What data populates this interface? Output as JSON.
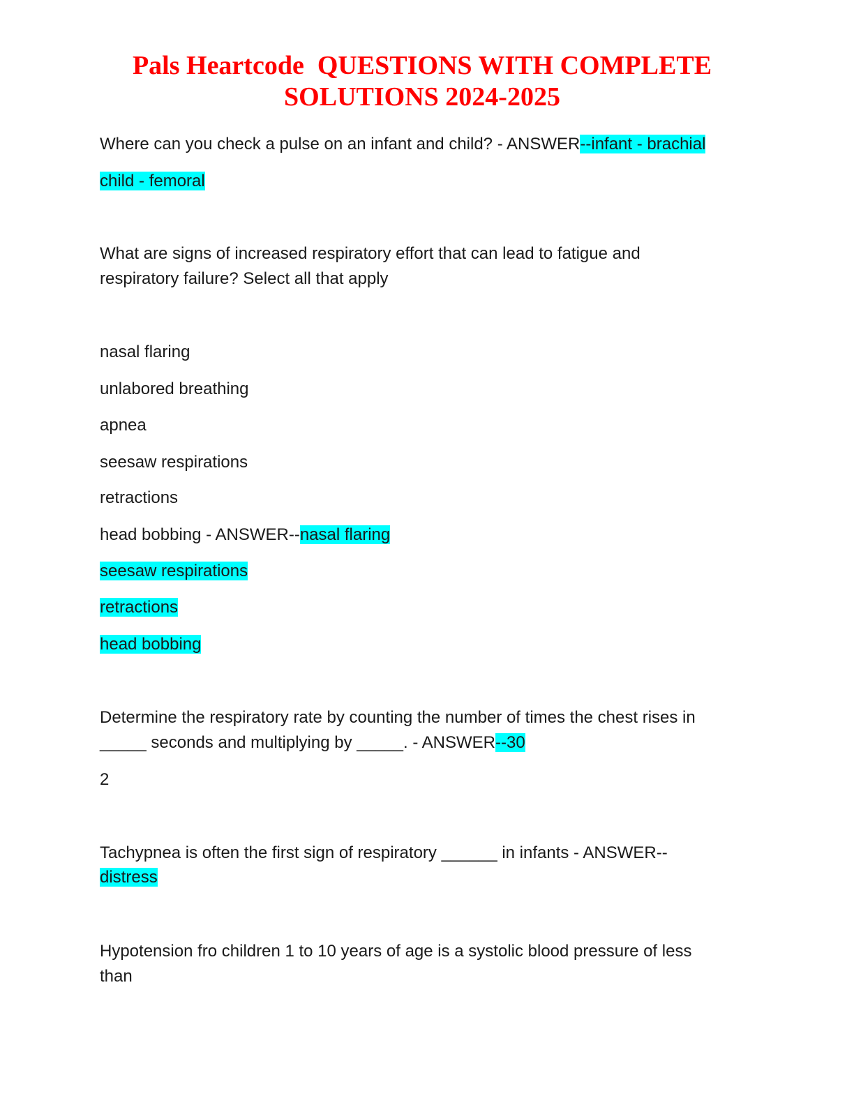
{
  "document": {
    "title_line1": "Pals Heartcode  QUESTIONS WITH COMPLETE",
    "title_line2": "SOLUTIONS 2024-2025",
    "highlight_color": "#00ffff",
    "title_color": "#ff0000"
  },
  "q1": {
    "question": "Where can you check a pulse on an infant and child? - ANSWER",
    "answer_line1": "--infant - brachial",
    "answer_line2": "child - femoral"
  },
  "q2": {
    "question_line1": "What are signs of increased respiratory effort that can lead to fatigue and",
    "question_line2": "respiratory failure? Select all that apply",
    "options": [
      "nasal flaring",
      "unlabored breathing",
      "apnea",
      "seesaw respirations",
      "retractions",
      "head bobbing"
    ],
    "answer_prefix": " - ANSWER--",
    "answers": [
      "nasal flaring",
      "seesaw respirations",
      "retractions",
      "head bobbing"
    ]
  },
  "q3": {
    "question_line1": "Determine the respiratory rate by counting the number of times the chest rises in",
    "question_line2": "_____ seconds and multiplying by _____. - ANSWER",
    "answer_line1": "--30",
    "answer_line2": "2"
  },
  "q4": {
    "question": "Tachypnea is often the first sign of respiratory ______ in infants - ANSWER--",
    "answer": "distress"
  },
  "q5": {
    "question_line1": "Hypotension fro children 1 to 10 years of age is a systolic blood pressure of less",
    "question_line2": "than"
  }
}
